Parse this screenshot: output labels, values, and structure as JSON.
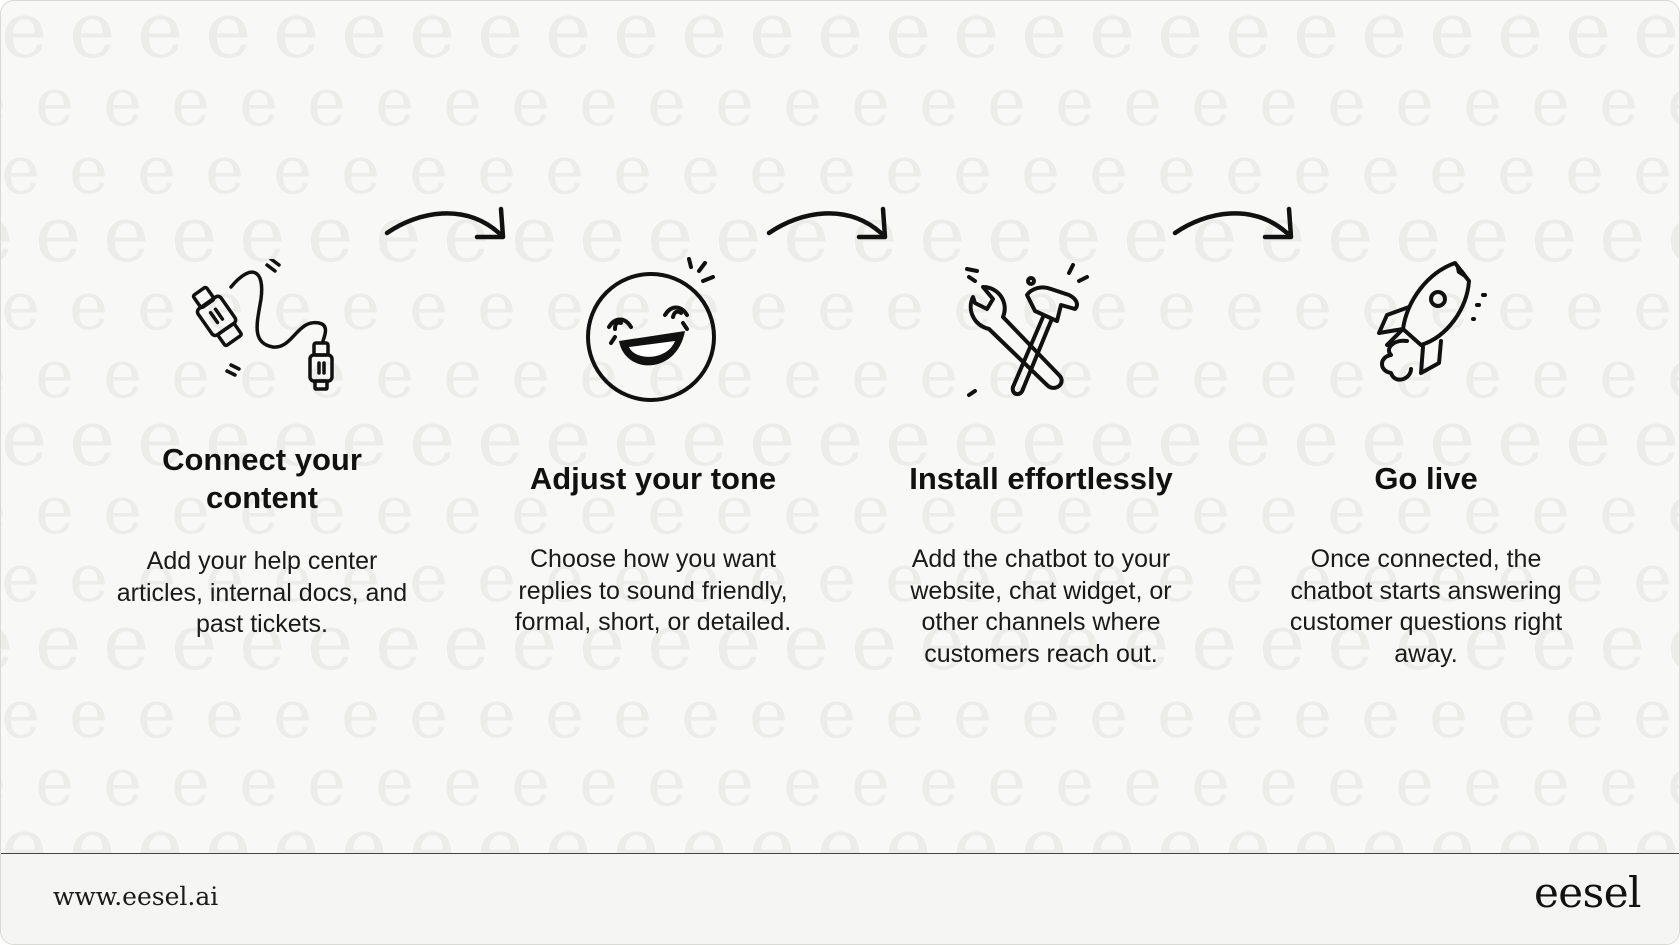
{
  "steps": [
    {
      "icon": "cable-plug-icon",
      "title": "Connect your content",
      "description": "Add your help center articles, internal docs, and past tickets."
    },
    {
      "icon": "smiley-face-icon",
      "title": "Adjust your tone",
      "description": "Choose how you want replies to sound friendly, formal, short, or detailed."
    },
    {
      "icon": "wrench-hammer-icon",
      "title": "Install effortlessly",
      "description": "Add the chatbot to your website, chat widget, or other channels where customers reach out."
    },
    {
      "icon": "rocket-icon",
      "title": "Go live",
      "description": "Once connected, the chatbot starts answering customer questions right away."
    }
  ],
  "connectors": [
    "curved-arrow-icon",
    "curved-arrow-icon",
    "curved-arrow-icon"
  ],
  "footer": {
    "url": "www.eesel.ai",
    "brand": "eesel"
  },
  "colors": {
    "background": "#f8f8f6",
    "pattern_letter": "#ecece9",
    "ink": "#111111",
    "footer_background": "#f5f5f3"
  }
}
